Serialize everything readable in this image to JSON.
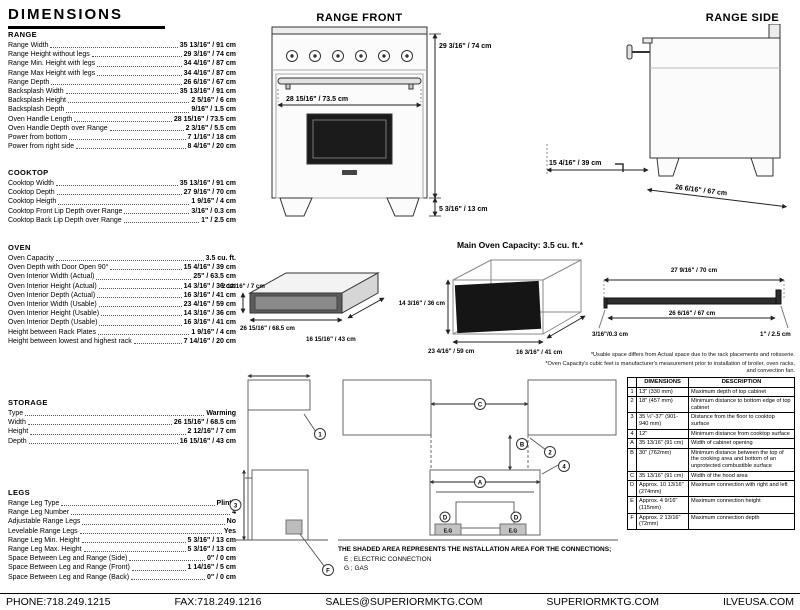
{
  "page": {
    "title": "DIMENSIONS"
  },
  "specs": {
    "range": {
      "title": "RANGE",
      "items": [
        {
          "label": "Range Width",
          "value": "35 13/16\" / 91 cm"
        },
        {
          "label": "Range Height without legs",
          "value": "29 3/16\" / 74 cm"
        },
        {
          "label": "Range Min. Height with legs",
          "value": "34 4/16\" / 87 cm"
        },
        {
          "label": "Range Max Height with legs",
          "value": "34 4/16\" / 87 cm"
        },
        {
          "label": "Range Depth",
          "value": "26 6/16\" / 67 cm"
        },
        {
          "label": "Backsplash Width",
          "value": "35 13/16\" / 91 cm"
        },
        {
          "label": "Backsplash Height",
          "value": "2 5/16\" / 6 cm"
        },
        {
          "label": "Backsplash Depth",
          "value": "9/16\" / 1.5 cm"
        },
        {
          "label": "Oven Handle Length",
          "value": "28 15/16\" / 73.5 cm"
        },
        {
          "label": "Oven Handle Depth over Range",
          "value": "2 3/16\" / 5.5 cm"
        },
        {
          "label": "Power from bottom",
          "value": "7 1/16\" / 18 cm"
        },
        {
          "label": "Power from right side",
          "value": "8 4/16\" / 20 cm"
        }
      ]
    },
    "cooktop": {
      "title": "COOKTOP",
      "items": [
        {
          "label": "Cooktop Width",
          "value": "35 13/16\" / 91 cm"
        },
        {
          "label": "Cooktop Depth",
          "value": "27 9/16\" / 70 cm"
        },
        {
          "label": "Cooktop Heigth",
          "value": "1 9/16\" / 4 cm"
        },
        {
          "label": "Cooktop Front Lip Depth over Range",
          "value": "3/16\" / 0.3 cm"
        },
        {
          "label": "Cooktop Back Lip Depth over Range",
          "value": "1\" / 2.5 cm"
        }
      ]
    },
    "oven": {
      "title": "OVEN",
      "items": [
        {
          "label": "Oven Capacity",
          "value": "3.5 cu. ft."
        },
        {
          "label": "Oven Depth with Door Open 90°",
          "value": "15 4/16\" / 39 cm"
        },
        {
          "label": "Oven Interior Width (Actual)",
          "value": "25\" / 63.5 cm"
        },
        {
          "label": "Oven Interior Height (Actual)",
          "value": "14 3/16\" / 36 cm"
        },
        {
          "label": "Oven Interior Depth (Actual)",
          "value": "16 3/16\" / 41 cm"
        },
        {
          "label": "Oven Interior Width (Usable)",
          "value": "23 4/16\" / 59 cm"
        },
        {
          "label": "Oven Interior Height (Usable)",
          "value": "14 3/16\" / 36 cm"
        },
        {
          "label": "Oven Interior Depth (Usable)",
          "value": "16 3/16\" / 41 cm"
        },
        {
          "label": "Height between Rack Plates",
          "value": "1 9/16\" / 4 cm"
        },
        {
          "label": "Height between lowest and highest rack",
          "value": "7 14/16\" / 20 cm"
        }
      ]
    },
    "storage": {
      "title": "STORAGE",
      "items": [
        {
          "label": "Type",
          "value": "Warming"
        },
        {
          "label": "Width",
          "value": "26 15/16\" / 68.5 cm"
        },
        {
          "label": "Height",
          "value": "2 12/16\" / 7 cm"
        },
        {
          "label": "Depth",
          "value": "16 15/16\" / 43 cm"
        }
      ]
    },
    "legs": {
      "title": "LEGS",
      "items": [
        {
          "label": "Range Leg Type",
          "value": "Plinth"
        },
        {
          "label": "Range Leg Number",
          "value": "4"
        },
        {
          "label": "Adjustable Range Legs",
          "value": "No"
        },
        {
          "label": "Levelable Range Legs",
          "value": "Yes"
        },
        {
          "label": "Range Leg Min. Height",
          "value": "5 3/16\" / 13 cm"
        },
        {
          "label": "Range Leg Max. Height",
          "value": "5 3/16\" / 13 cm"
        },
        {
          "label": "Space Between Leg and Range (Side)",
          "value": "0\" / 0 cm"
        },
        {
          "label": "Space Between Leg and Range (Front)",
          "value": "1 14/16\" / 5 cm"
        },
        {
          "label": "Space Between Leg and Range (Back)",
          "value": "0\" / 0 cm"
        }
      ]
    }
  },
  "front_view": {
    "title": "RANGE FRONT",
    "height_dim": "29 3/16\" / 74 cm",
    "handle_dim": "28 15/16\" / 73.5 cm",
    "leg_dim": "5 3/16\" / 13 cm"
  },
  "side_view": {
    "title": "RANGE SIDE",
    "door_open_dim": "15 4/16\" / 39 cm",
    "depth_dim": "26 6/16\" / 67 cm"
  },
  "capacity": {
    "title": "Main Oven Capacity: 3.5 cu. ft.*"
  },
  "drawer_view": {
    "height_dim": "2 12/16\" / 7 cm",
    "width_dim": "26 15/16\" / 68.5 cm",
    "depth_dim": "16 15/16\" / 43 cm"
  },
  "oven_view": {
    "height_dim": "14 3/16\" / 36 cm",
    "width_dim": "23 4/16\" / 59 cm",
    "depth_dim": "16 3/16\" / 41 cm"
  },
  "cooktop_view": {
    "total_depth_dim": "27 9/16\" / 70 cm",
    "inner_depth_dim": "26 6/16\" / 67 cm",
    "back_lip_dim": "1\" / 2.5 cm",
    "front_lip_dim": "3/16\"/0.3 cm"
  },
  "notes": [
    "*Usable space differs from Actual space due to the rack placements and rotisserie.",
    "*Oven Capacity's cubic feet is manufacturer's measurement prior to installation of broiler, oven racks, and convection fan."
  ],
  "installation": {
    "labels": {
      "n1": "1",
      "n2": "2",
      "n3": "3",
      "n4": "4",
      "a": "A",
      "b": "B",
      "c": "C",
      "d": "D",
      "eg": "E.G",
      "f": "F"
    },
    "note_title": "THE SHADED AREA REPRESENTS THE INSTALLATION AREA FOR THE CONNECTIONS;",
    "note_lines": [
      "E ; ELECTRIC CONNECTION",
      "G ; GAS"
    ],
    "table": {
      "headers": [
        "",
        "DIMENSIONS",
        "DESCRIPTION"
      ],
      "rows": [
        {
          "id": "1",
          "dim": "13\" (330 mm)",
          "desc": "Maximum depth of top cabinet"
        },
        {
          "id": "2",
          "dim": "18\" (457 mm)",
          "desc": "Minimum distance to bottom edge of top cabinet"
        },
        {
          "id": "3",
          "dim": "35 ½\"-37\" (901-940 mm)",
          "desc": "Distance from the floor to cooktop surface"
        },
        {
          "id": "4",
          "dim": "12\"",
          "desc": "Minimum distance from cooktop surface"
        },
        {
          "id": "A",
          "dim": "35 13/16\" (91 cm)",
          "desc": "Width of cabinet opening"
        },
        {
          "id": "B",
          "dim": "30\" (762mm)",
          "desc": "Minimum distance between the top of the cooking area and bottom of an unprotected combustible surface"
        },
        {
          "id": "C",
          "dim": "35 13/16\" (91 cm)",
          "desc": "Width of the hood area"
        },
        {
          "id": "D",
          "dim": "Approx. 10 13/16\" (274mm)",
          "desc": "Maximum connection with right and left"
        },
        {
          "id": "E",
          "dim": "Approx. 4 9/16\" (115mm)",
          "desc": "Maximum connection height"
        },
        {
          "id": "F",
          "dim": "Approx. 2 13/16\" (72mm)",
          "desc": "Maximum connection depth"
        }
      ]
    }
  },
  "footer": {
    "items": [
      "PHONE:718.249.1215",
      "FAX:718.249.1216",
      "SALES@SUPERIORMKTG.COM",
      "SUPERIORMKTG.COM",
      "ILVEUSA.COM"
    ]
  }
}
